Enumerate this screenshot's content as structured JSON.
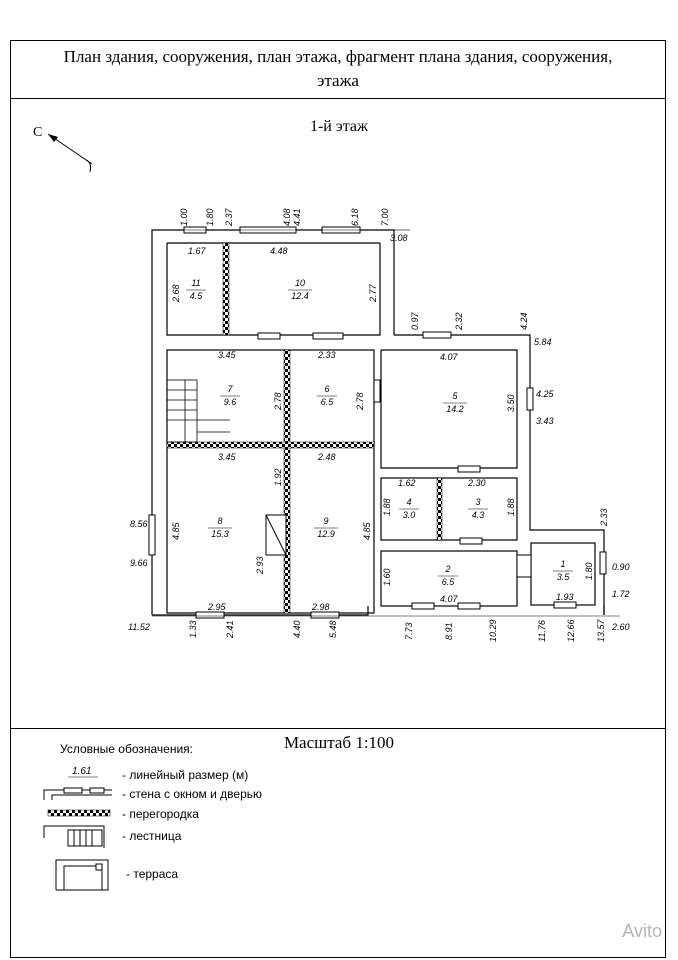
{
  "header": {
    "title": "План здания, сооружения, план этажа, фрагмент плана здания, сооружения, этажа"
  },
  "floor_label": "1-й этаж",
  "north_label": "С",
  "scale_label": "Масштаб 1:100",
  "legend": {
    "title": "Условные обозначения:",
    "dim_sample": "1.61",
    "items": [
      "- линейный размер (м)",
      "- стена с окном и дверью",
      "- перегородка",
      "- лестница",
      "- терраса"
    ]
  },
  "rooms": [
    {
      "num": "1",
      "area": "3.5"
    },
    {
      "num": "2",
      "area": "6.5"
    },
    {
      "num": "3",
      "area": "4.3"
    },
    {
      "num": "4",
      "area": "3.0"
    },
    {
      "num": "5",
      "area": "14.2"
    },
    {
      "num": "6",
      "area": "6.5"
    },
    {
      "num": "7",
      "area": "9.6"
    },
    {
      "num": "8",
      "area": "15.3"
    },
    {
      "num": "9",
      "area": "12.9"
    },
    {
      "num": "10",
      "area": "12.4"
    },
    {
      "num": "11",
      "area": "4.5"
    }
  ],
  "dims": {
    "top_chain": [
      "1.00",
      "1.80",
      "2.37",
      "4.08",
      "4.41",
      "6.18",
      "7.00"
    ],
    "right_top": "3.08",
    "d448": "4.48",
    "d167": "1.67",
    "d268": "2.68",
    "d277": "2.77",
    "d345a": "3.45",
    "d233a": "2.33",
    "d278a": "2.78",
    "d278b": "2.78",
    "d345b": "3.45",
    "d248": "2.48",
    "d097": "0.97",
    "d232": "2.32",
    "d424": "4.24",
    "d584": "5.84",
    "d407a": "4.07",
    "d350": "3.50",
    "d425": "4.25",
    "d343": "3.43",
    "d162": "1.62",
    "d230": "2.30",
    "d188a": "1.88",
    "d188b": "1.88",
    "d233b": "2.33",
    "d192": "1.92",
    "d485a": "4.85",
    "d485b": "4.85",
    "d293": "2.93",
    "d856": "8.56",
    "d966": "9.66",
    "d295": "2.95",
    "d298": "2.98",
    "d160": "1.60",
    "d407b": "4.07",
    "d180": "1.80",
    "d193": "1.93",
    "d090": "0.90",
    "d172": "1.72",
    "bottom_chain": [
      "11.52",
      "1.33",
      "2.41",
      "4.40",
      "5.48",
      "7.73",
      "8.91",
      "10.29",
      "11.76",
      "12.66",
      "13.57",
      "2.60"
    ]
  },
  "watermark": "Avito"
}
